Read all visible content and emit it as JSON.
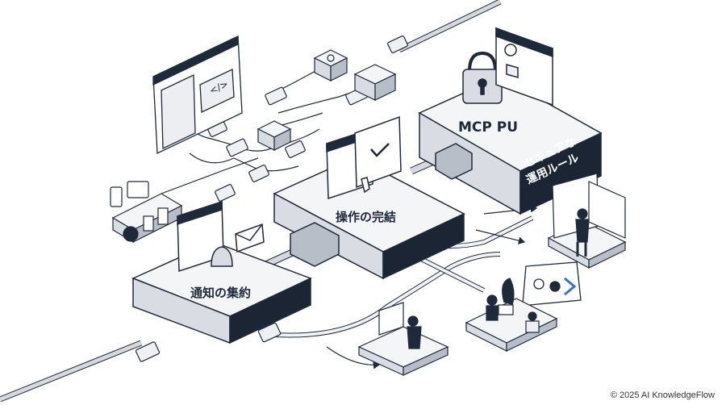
{
  "boxes": {
    "mcp": {
      "label": "MCP PU",
      "side_lines": [
        "セキュアな",
        "運用ルール"
      ]
    },
    "ops": {
      "label": "操作の完結"
    },
    "notify": {
      "label": "通知の集約"
    }
  },
  "footer": {
    "copyright": "© 2025 AI KnowledgeFlow"
  },
  "colors": {
    "outline": "#1e2a3a",
    "box_top": "#f4f5f7",
    "box_side": "#d9dde3",
    "box_dark": "#1c2534",
    "cable": "#c9ced6",
    "accent": "#3b6fd1"
  },
  "icons": [
    "lock-icon",
    "github-icon",
    "apple-icon",
    "vscode-icon",
    "check-icon",
    "code-icon",
    "gear-icon",
    "bell-icon",
    "mail-icon",
    "pointer-hand-icon",
    "shield-icon"
  ]
}
